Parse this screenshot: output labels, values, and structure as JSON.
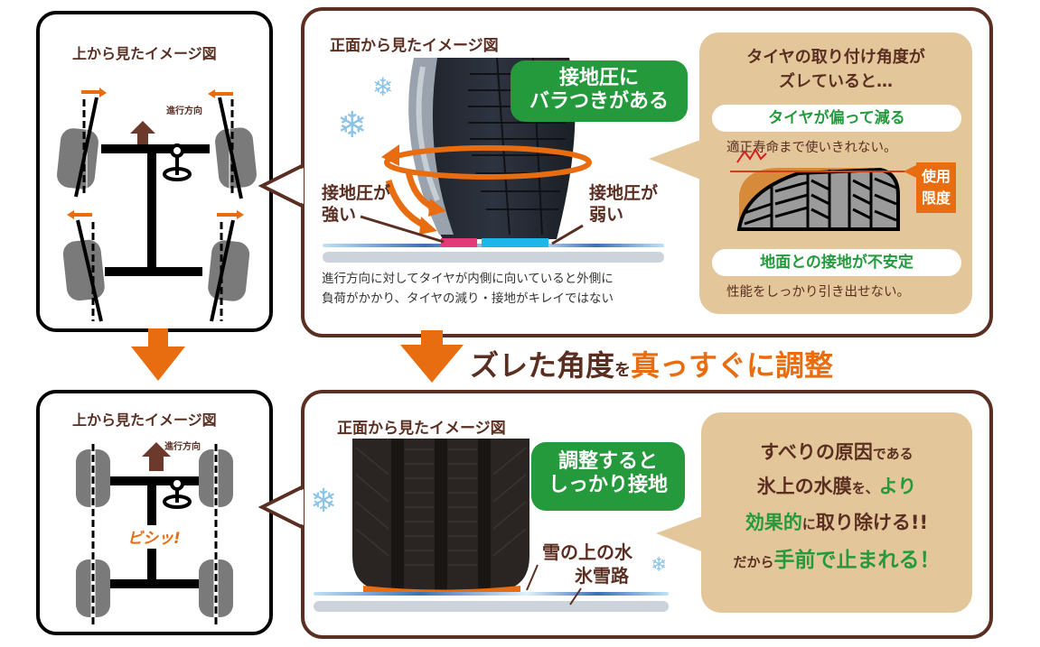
{
  "colors": {
    "brown": "#5a2f22",
    "orange": "#e86c10",
    "green": "#249a3c",
    "tan": "#e3c69a",
    "strong": "#e23a78",
    "weak": "#1eb6ea"
  },
  "top_view_before": {
    "title": "上から見たイメージ図",
    "direction_label": "進行方向"
  },
  "front_view_before": {
    "title": "正面から見たイメージ図",
    "bubble": [
      "接地圧に",
      "バラつきがある"
    ],
    "label_strong": [
      "接地圧が",
      "強い"
    ],
    "label_weak": [
      "接地圧が",
      "弱い"
    ],
    "caption": [
      "進行方向に対してタイヤが内側に向いていると外側に",
      "負荷がかかり、タイヤの減り・接地がキレイではない"
    ]
  },
  "effects_box": {
    "heading": [
      "タイヤの取り付け角度が",
      "ズレていると…"
    ],
    "effect1": "タイヤが偏って減る",
    "effect1_note": "適正寿命まで使いきれない。",
    "wear_limit_label": [
      "使用",
      "限度"
    ],
    "effect2": "地面との接地が不安定",
    "effect2_note": "性能をしっかり引き出せない。"
  },
  "adjust_banner": {
    "part1": "ズレた角度",
    "particle": "を",
    "part2": "真っすぐに調整"
  },
  "top_view_after": {
    "title": "上から見たイメージ図",
    "direction_label": "進行方向",
    "snap_label": "ビシッ!"
  },
  "front_view_after": {
    "title": "正面から見たイメージ図",
    "bubble": [
      "調整すると",
      "しっかり接地"
    ],
    "water_label": "雪の上の水",
    "road_label": "氷雪路"
  },
  "result_box": {
    "line1_a": "すべりの原因",
    "line1_b": "である",
    "line2_a": "氷上の水膜",
    "line2_b": "を、",
    "line2_c": "より",
    "line3_a": "効果的",
    "line3_b": "に",
    "line3_c": "取り除ける!!",
    "line4_a": "だから",
    "line4_b": "手前で止まれる！"
  }
}
